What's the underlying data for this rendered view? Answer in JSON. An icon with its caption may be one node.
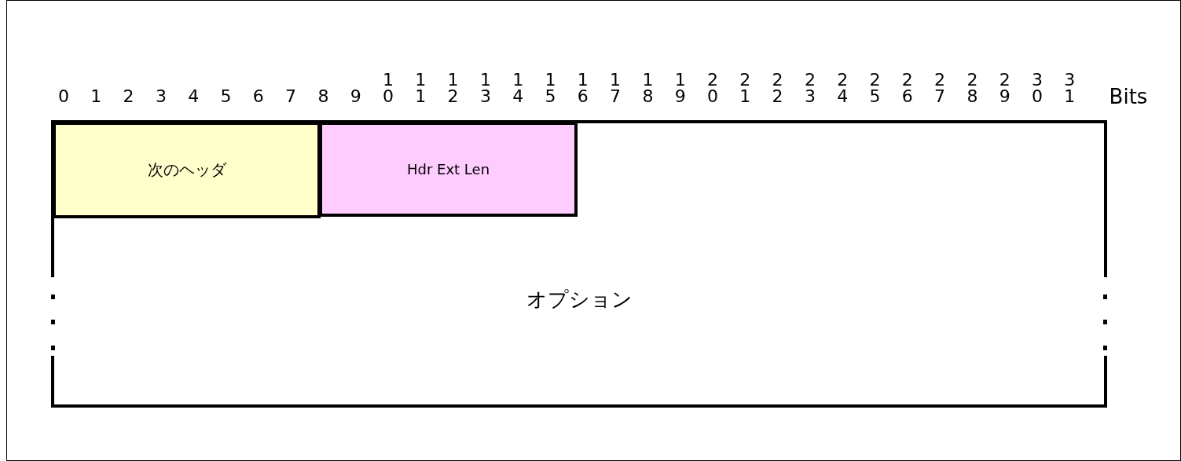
{
  "diagram": {
    "nodes": [
      {
        "text": [
          "オプション"
        ]
      },
      {
        "text": [
          "次のヘッダ"
        ],
        "in": 0
      },
      {
        "text": [
          "Hdr Ext Len"
        ],
        "in": 0
      }
    ],
    "labels": [
      "1",
      "1",
      "1",
      "1",
      "1",
      "1",
      "1",
      "1",
      "1",
      "1",
      "2",
      "2",
      "2",
      "2",
      "2",
      "2",
      "2",
      "2",
      "2",
      "2",
      "3",
      "3",
      "0",
      "1",
      "2",
      "3",
      "4",
      "5",
      "6",
      "7",
      "8",
      "9",
      "0",
      "1",
      "2",
      "3",
      "4",
      "5",
      "6",
      "7",
      "8",
      "9",
      "0",
      "1",
      "2",
      "3",
      "4",
      "5",
      "6",
      "7",
      "8",
      "9",
      "0",
      "1",
      "Bits"
    ]
  }
}
